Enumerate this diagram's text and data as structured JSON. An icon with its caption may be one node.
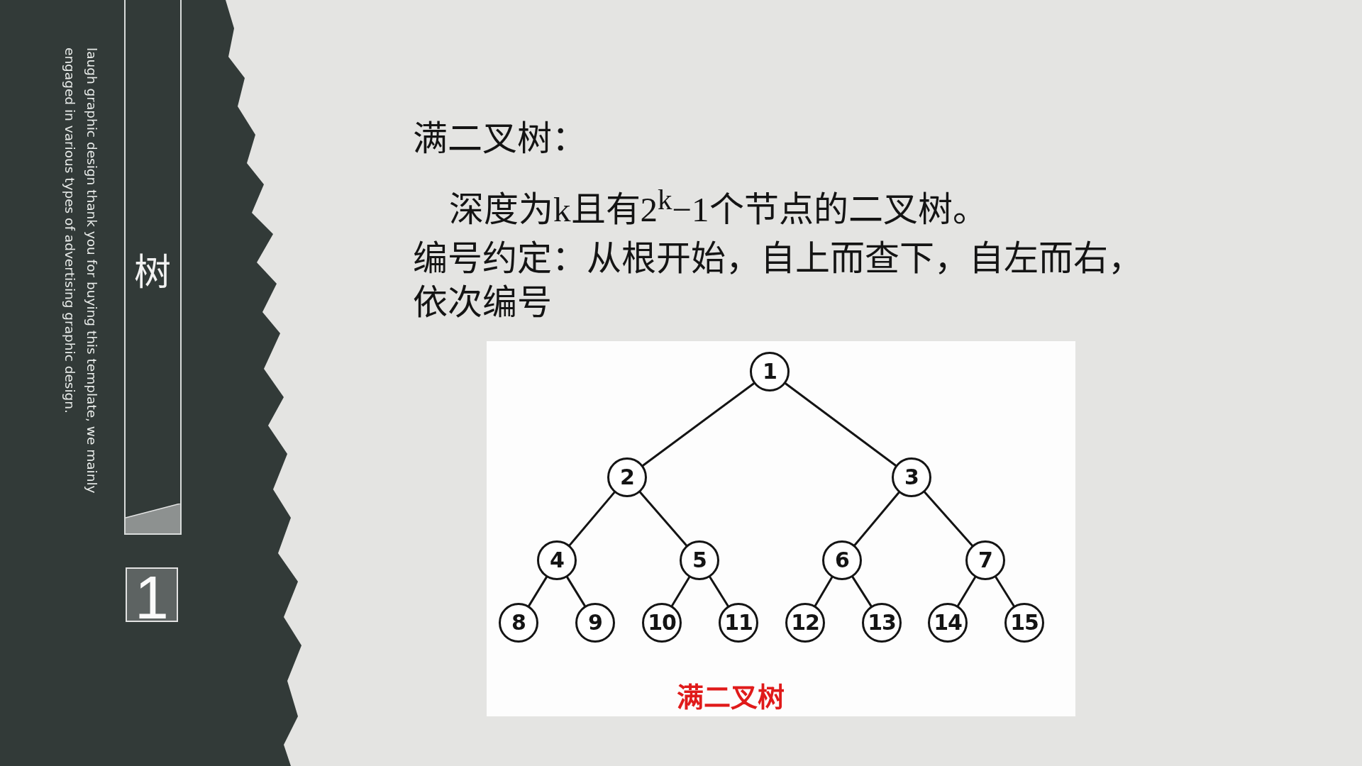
{
  "diagram": {
    "caption": "满二叉树",
    "nodes": [
      {
        "text": [
          "树"
        ]
      },
      {
        "text": [
          "1"
        ]
      },
      {
        "text": [
          "1"
        ]
      },
      {
        "text": [
          "2"
        ]
      },
      {
        "text": [
          "3"
        ]
      },
      {
        "text": [
          "4"
        ]
      },
      {
        "text": [
          "5"
        ]
      },
      {
        "text": [
          "6"
        ]
      },
      {
        "text": [
          "7"
        ]
      },
      {
        "text": [
          "8"
        ]
      },
      {
        "text": [
          "9"
        ]
      },
      {
        "text": [
          "10"
        ]
      },
      {
        "text": [
          "11"
        ]
      },
      {
        "text": [
          "12"
        ]
      },
      {
        "text": [
          "13"
        ]
      },
      {
        "text": [
          "14"
        ]
      },
      {
        "text": [
          "15"
        ]
      }
    ],
    "edges": [
      {
        "from": 2,
        "to": 3,
        "arrow": "none"
      },
      {
        "from": 2,
        "to": 4,
        "arrow": "none"
      },
      {
        "from": 3,
        "to": 5,
        "arrow": "none"
      },
      {
        "from": 3,
        "to": 6,
        "arrow": "none"
      },
      {
        "from": 4,
        "to": 7,
        "arrow": "none"
      },
      {
        "from": 4,
        "to": 8,
        "arrow": "none"
      },
      {
        "from": 5,
        "to": 9,
        "arrow": "none"
      },
      {
        "from": 5,
        "to": 10,
        "arrow": "none"
      },
      {
        "from": 6,
        "to": 11,
        "arrow": "none"
      },
      {
        "from": 6,
        "to": 12,
        "arrow": "none"
      },
      {
        "from": 7,
        "to": 13,
        "arrow": "none"
      },
      {
        "from": 7,
        "to": 14,
        "arrow": "none"
      },
      {
        "from": 8,
        "to": 15,
        "arrow": "none"
      },
      {
        "from": 8,
        "to": 16,
        "arrow": "none"
      }
    ],
    "labels": [
      "laugh graphic design thank you for buying this template, we mainly engaged in various types of advertising graphic design.",
      "满二叉树：",
      "深度为k且有2$^{k}$−1个节点的二叉树。",
      "编号约定：从根开始，自上而查下，自左而右，依次编号"
    ]
  }
}
